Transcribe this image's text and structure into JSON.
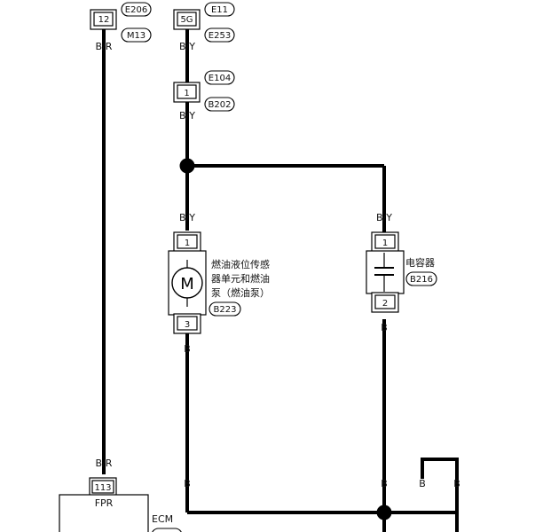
{
  "connectors": {
    "c1": {
      "pin": "12",
      "ids": [
        "E206",
        "M13"
      ]
    },
    "c2": {
      "pin": "5G",
      "ids": [
        "E11",
        "E253"
      ]
    },
    "c3": {
      "pin": "1",
      "ids": [
        "E104",
        "B202"
      ]
    },
    "c4": {
      "pin": "113"
    }
  },
  "wires": {
    "w_left_top": "B/R",
    "w_mid_top": "B/Y",
    "w_mid_after_c3": "B/Y",
    "w_pump_in": "B/Y",
    "w_cap_in": "B/Y",
    "w_pump_out": "B",
    "w_cap_out": "B",
    "w_left_bottom": "B/R",
    "w_pump_bottom": "B",
    "w_cap_bottom": "B",
    "w_right1": "B",
    "w_right2": "B"
  },
  "pump": {
    "pin_top": "1",
    "pin_bottom": "3",
    "symbol": "M",
    "label_lines": [
      "燃油液位传感",
      "器单元和燃油",
      "泵（燃油泵）"
    ],
    "id": "B223"
  },
  "capacitor": {
    "pin_top": "1",
    "pin_bottom": "2",
    "label": "电容器",
    "id": "B216"
  },
  "ecm": {
    "name": "ECM",
    "pin_label": "FPR"
  }
}
